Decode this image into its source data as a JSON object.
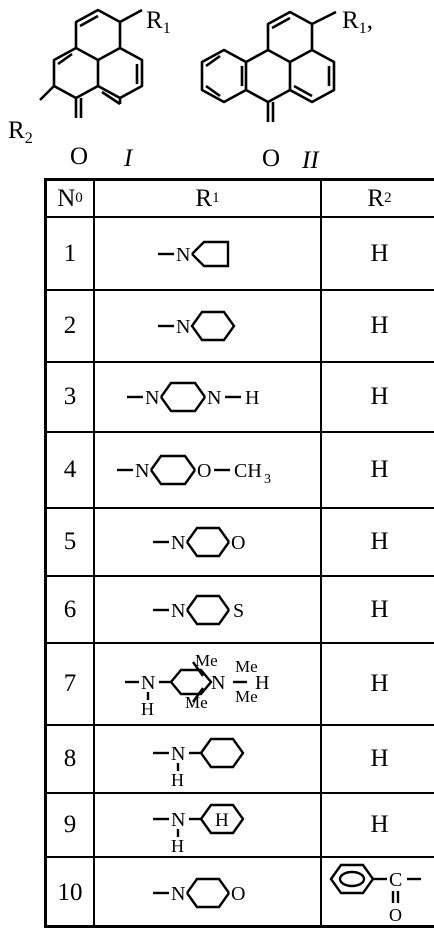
{
  "structures": {
    "I": {
      "label": "I",
      "r1": "R",
      "r1_sub": "1",
      "r2": "R",
      "r2_sub": "2",
      "oxygen": "O"
    },
    "II": {
      "label": "II",
      "r1": "R",
      "r1_sub": "1",
      "oxygen": "O",
      "trail": ","
    }
  },
  "table": {
    "headers": {
      "no": "N",
      "no_sub": "0",
      "r1": "R",
      "r1_sub": "1",
      "r2": "R",
      "r2_sub": "2"
    },
    "rows": [
      {
        "no": "1",
        "r2": "H",
        "atoms": {
          "n": "N"
        }
      },
      {
        "no": "2",
        "r2": "H",
        "atoms": {
          "n": "N"
        }
      },
      {
        "no": "3",
        "r2": "H",
        "atoms": {
          "n": "N",
          "n2": "N",
          "h": "H"
        }
      },
      {
        "no": "4",
        "r2": "H",
        "atoms": {
          "n": "N",
          "o": "O",
          "ch": "CH",
          "sub": "3"
        }
      },
      {
        "no": "5",
        "r2": "H",
        "atoms": {
          "n": "N",
          "o": "O"
        }
      },
      {
        "no": "6",
        "r2": "H",
        "atoms": {
          "n": "N",
          "s": "S"
        }
      },
      {
        "no": "7",
        "r2": "H",
        "atoms": {
          "n": "N",
          "h": "H",
          "me1": "Me",
          "me2": "Me",
          "me3": "Me",
          "me4": "Me",
          "n2": "N",
          "h2": "H"
        }
      },
      {
        "no": "8",
        "r2": "H",
        "atoms": {
          "n": "N",
          "h": "H"
        }
      },
      {
        "no": "9",
        "r2": "H",
        "atoms": {
          "n": "N",
          "h": "H",
          "hring": "H"
        }
      },
      {
        "no": "10",
        "r2": "",
        "atoms": {
          "n": "N",
          "o": "O"
        },
        "r2_atoms": {
          "c": "C",
          "o": "O"
        }
      }
    ]
  }
}
